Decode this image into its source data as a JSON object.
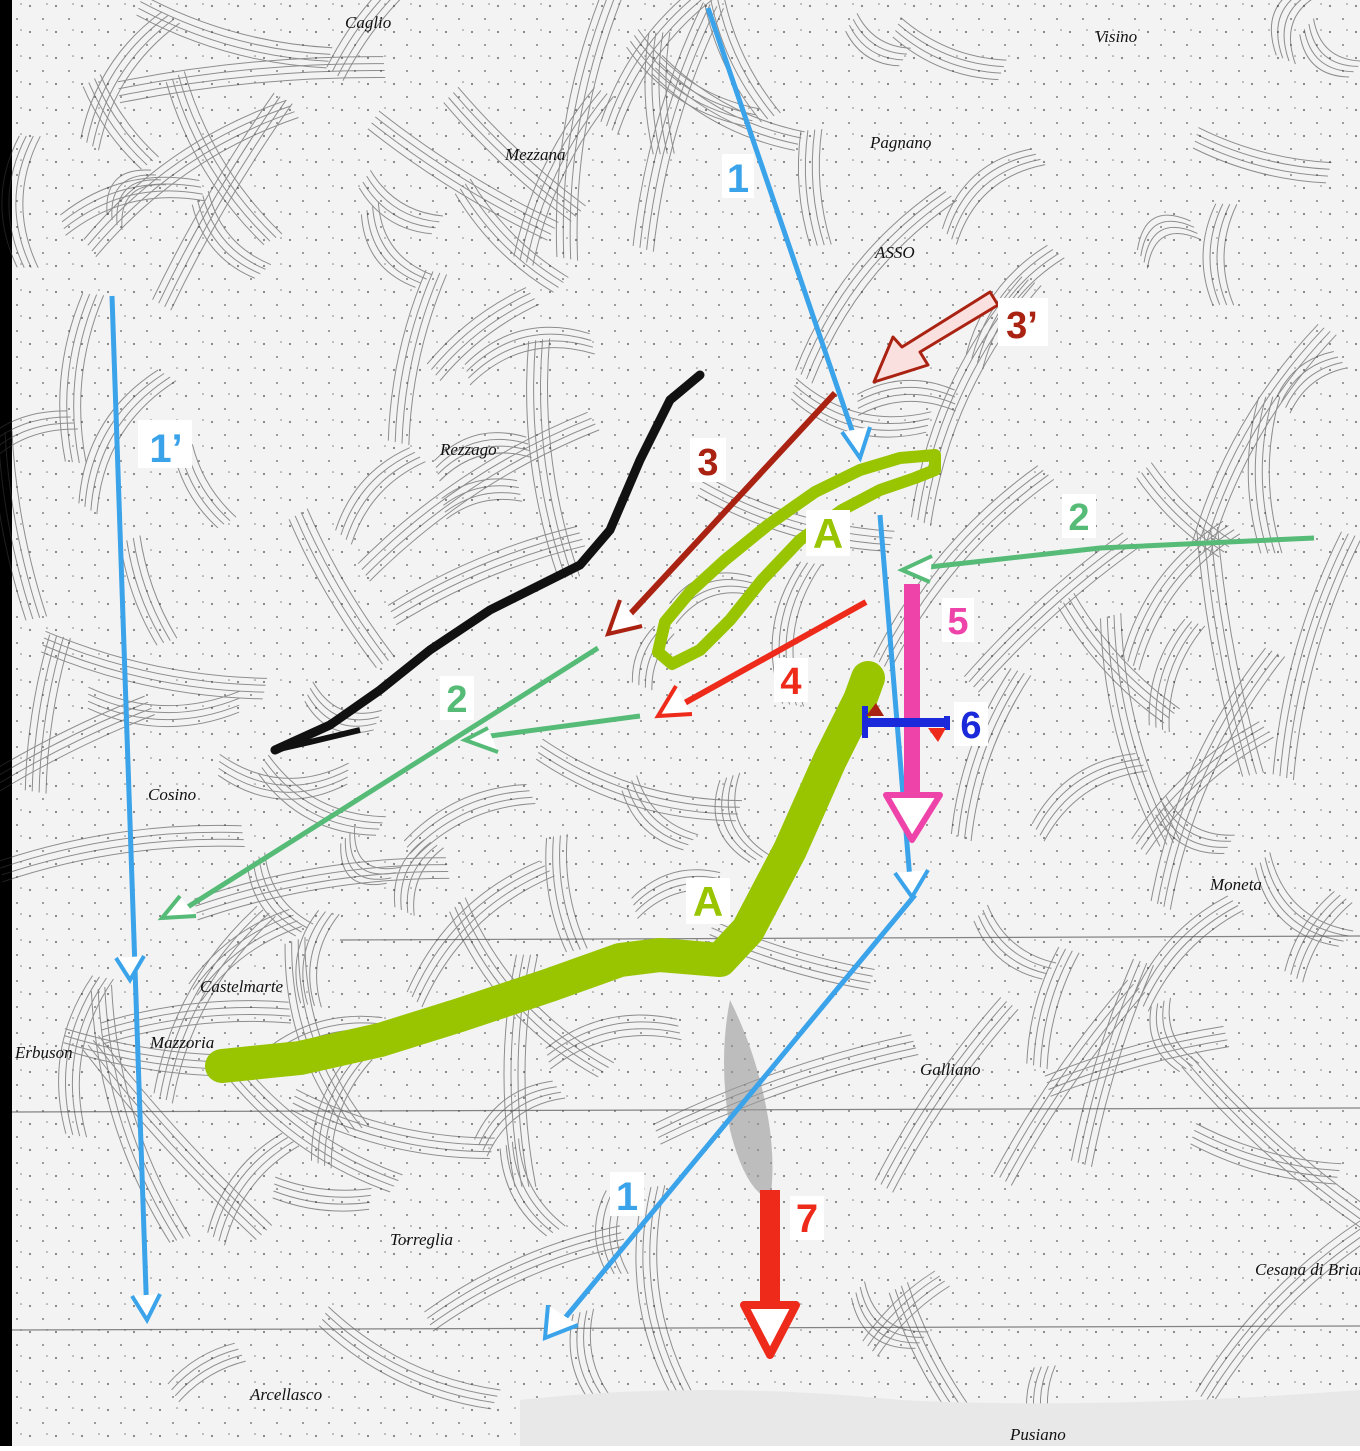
{
  "map": {
    "place_names": {
      "caglio": "Caglio",
      "visino": "Visino",
      "mezzana": "Mezzana",
      "asso": "ASSO",
      "cosino": "Cosino",
      "castelmarte": "Castelmarte",
      "mazzoria": "Mazzoria",
      "erbuson": "Erbuson",
      "cesana": "Cesana di Brianza",
      "pusiano": "Pusiano",
      "moneta": "Moneta",
      "pagnano": "Pagnano",
      "rezzago": "Rezzago",
      "galliano": "Galliano",
      "torreglia": "Torreglia",
      "arcellasco": "Arcellasco"
    },
    "labels": {
      "route_1_top": "1",
      "route_1_bottom": "1",
      "route_1_prime": "1’",
      "route_2_right": "2",
      "route_2_left": "2",
      "route_3": "3",
      "route_3_prime": "3’",
      "route_4": "4",
      "route_5": "5",
      "route_6": "6",
      "route_7": "7",
      "zone_a_upper": "A",
      "zone_a_lower": "A"
    },
    "colors": {
      "blue": "#3aa3ea",
      "green": "#55bb77",
      "dark_red": "#aa2211",
      "red": "#ee2a1a",
      "pink": "#ee44aa",
      "lime": "#99c400",
      "navy": "#1a2adb",
      "dark_red_fill": "#fbe0e0"
    }
  }
}
